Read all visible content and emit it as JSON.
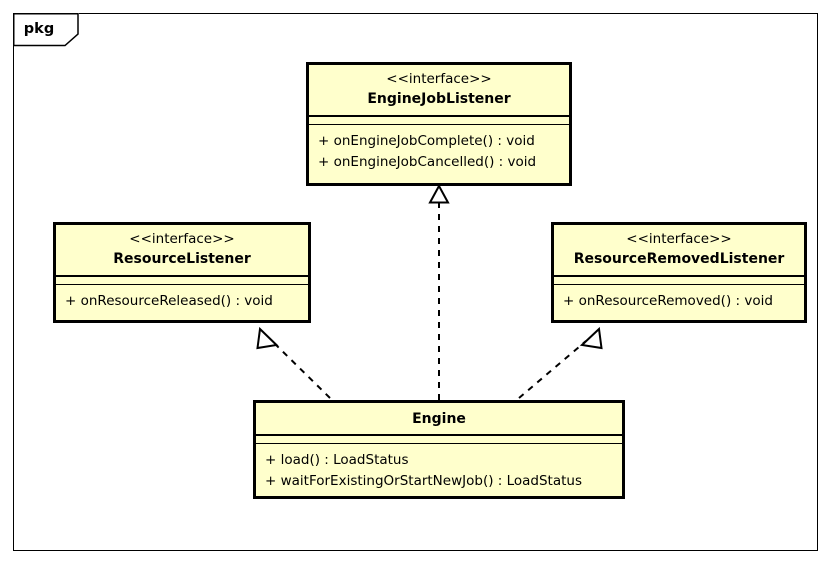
{
  "diagram": {
    "package_label": "pkg",
    "type": "uml-class-diagram",
    "fill_color": "#FFFFCC",
    "border_color": "#000000",
    "background_color": "#FFFFFF"
  },
  "classes": [
    {
      "id": "EngineJobListener",
      "stereotype": "<<interface>>",
      "name": "EngineJobListener",
      "attributes": [],
      "operations": [
        "+ onEngineJobComplete() : void",
        "+ onEngineJobCancelled() : void"
      ]
    },
    {
      "id": "ResourceListener",
      "stereotype": "<<interface>>",
      "name": "ResourceListener",
      "attributes": [],
      "operations": [
        "+ onResourceReleased() : void"
      ]
    },
    {
      "id": "ResourceRemovedListener",
      "stereotype": "<<interface>>",
      "name": "ResourceRemovedListener",
      "attributes": [],
      "operations": [
        "+ onResourceRemoved() : void"
      ]
    },
    {
      "id": "Engine",
      "stereotype": "",
      "name": "Engine",
      "attributes": [],
      "operations": [
        "+ load() : LoadStatus",
        "+ waitForExistingOrStartNewJob() : LoadStatus"
      ]
    }
  ],
  "relationships": [
    {
      "kind": "realization",
      "from": "Engine",
      "to": "EngineJobListener",
      "line_style": "dashed",
      "arrow": "hollow-triangle"
    },
    {
      "kind": "realization",
      "from": "Engine",
      "to": "ResourceListener",
      "line_style": "dashed",
      "arrow": "hollow-triangle"
    },
    {
      "kind": "realization",
      "from": "Engine",
      "to": "ResourceRemovedListener",
      "line_style": "dashed",
      "arrow": "hollow-triangle"
    }
  ]
}
